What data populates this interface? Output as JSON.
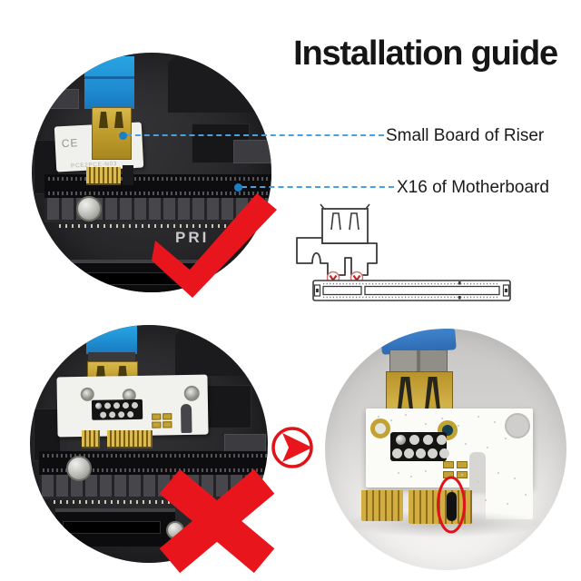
{
  "title": "Installation guide",
  "callouts": {
    "riser": {
      "label": "Small Board of Riser"
    },
    "slot": {
      "label": "X16 of Motherboard"
    }
  },
  "photo_correct": {
    "ce_mark": "CE",
    "silkscreen": "PCE2PCE-N03",
    "motherboard_print": "PRI"
  },
  "icons": {
    "correct": "check-mark-icon",
    "wrong": "x-mark-icon",
    "next": "right-arrow-icon",
    "down": "down-arrow-icon",
    "highlight": "oval-highlight"
  },
  "colors": {
    "accent_red": "#e8151d",
    "callout_blue": "#4aa0dc",
    "callout_dot_blue": "#1c7fc4",
    "usb_blue": "#1f8fd2",
    "detail_blue": "#2f6fb8",
    "gold": "#c9a430"
  }
}
